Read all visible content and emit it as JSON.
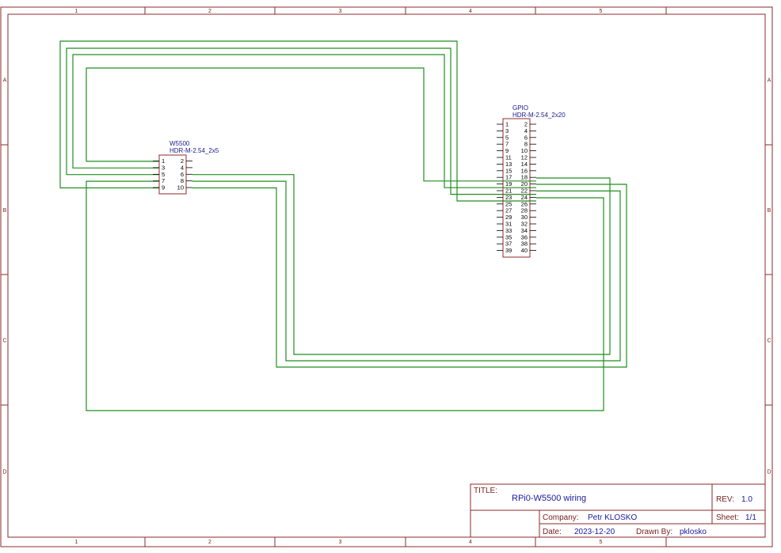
{
  "frame": {
    "columns": [
      "1",
      "2",
      "3",
      "4",
      "5"
    ],
    "rows": [
      "A",
      "B",
      "C",
      "D"
    ]
  },
  "components": [
    {
      "ref": "W5500",
      "value": "HDR-M-2.54_2x5",
      "pins": [
        [
          "1",
          "2"
        ],
        [
          "3",
          "4"
        ],
        [
          "5",
          "6"
        ],
        [
          "7",
          "8"
        ],
        [
          "9",
          "10"
        ]
      ]
    },
    {
      "ref": "GPIO",
      "value": "HDR-M-2.54_2x20",
      "pins": [
        [
          "1",
          "2"
        ],
        [
          "3",
          "4"
        ],
        [
          "5",
          "6"
        ],
        [
          "7",
          "8"
        ],
        [
          "9",
          "10"
        ],
        [
          "11",
          "12"
        ],
        [
          "13",
          "14"
        ],
        [
          "15",
          "16"
        ],
        [
          "17",
          "18"
        ],
        [
          "19",
          "20"
        ],
        [
          "21",
          "22"
        ],
        [
          "23",
          "24"
        ],
        [
          "25",
          "26"
        ],
        [
          "27",
          "28"
        ],
        [
          "29",
          "30"
        ],
        [
          "31",
          "32"
        ],
        [
          "33",
          "34"
        ],
        [
          "35",
          "36"
        ],
        [
          "37",
          "38"
        ],
        [
          "39",
          "40"
        ]
      ]
    }
  ],
  "title_block": {
    "title_label": "TITLE:",
    "title": "RPi0-W5500 wiring",
    "rev_label": "REV:",
    "rev": "1.0",
    "company_label": "Company:",
    "company": "Petr KLOSKO",
    "sheet_label": "Sheet:",
    "sheet": "1/1",
    "date_label": "Date:",
    "date": "2023-12-20",
    "drawn_label": "Drawn By:",
    "drawn_by": "pklosko"
  },
  "colors": {
    "frame": "#8b2b2b",
    "wire": "#1f8f1f",
    "component": "#8b2b2b",
    "text_value": "#1a1aa0"
  }
}
